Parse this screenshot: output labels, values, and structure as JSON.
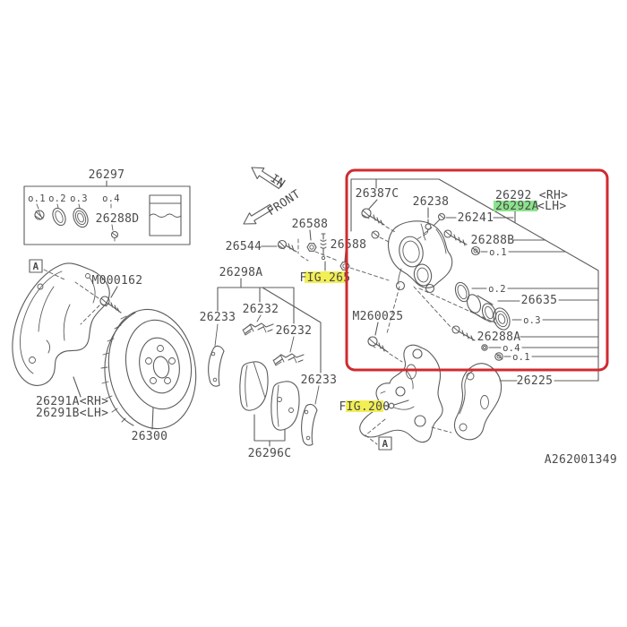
{
  "figure": {
    "code": "A262001349",
    "view_marker": "A",
    "arrows": {
      "in": "IN",
      "front": "FRONT"
    },
    "fig_refs": {
      "fig265": "FIG.265",
      "fig200": "FIG.200"
    },
    "markers": {
      "m1": "o.1",
      "m2": "o.2",
      "m3": "o.3",
      "m4": "o.4"
    },
    "parts": {
      "seal_kit": "26297",
      "bleeder_cap": "26288D",
      "shield_rh": "26291A<RH>",
      "shield_lh": "26291B<LH>",
      "shield_bolt": "M000162",
      "rotor": "26300",
      "pad_kit": "26298A",
      "clip_left": "26233",
      "clip_left_inner": "26232",
      "clip_right_inner": "26232",
      "clip_right": "26233",
      "pad_set": "26296C",
      "pin_bolt": "26544",
      "nut_upper": "26588",
      "nut_lower": "26588",
      "mount_bolt": "26387C",
      "bleeder": "26238",
      "small_bolt": "26241",
      "caliper_rh": "26292 <RH>",
      "caliper_lh_code": "26292A",
      "caliper_lh_side": "<LH>",
      "guide_pin_upper": "26288B",
      "piston": "26635",
      "guide_pin_lower": "26288A",
      "support_bracket": "26225",
      "knuckle_bolt": "M260025"
    },
    "colors": {
      "frame_red": "#cf2b30",
      "highlight_yellow": "#f2ef55",
      "highlight_green": "#8be48b",
      "line_gray": "#5c5c5c",
      "text_gray": "#4b4b4b"
    }
  }
}
